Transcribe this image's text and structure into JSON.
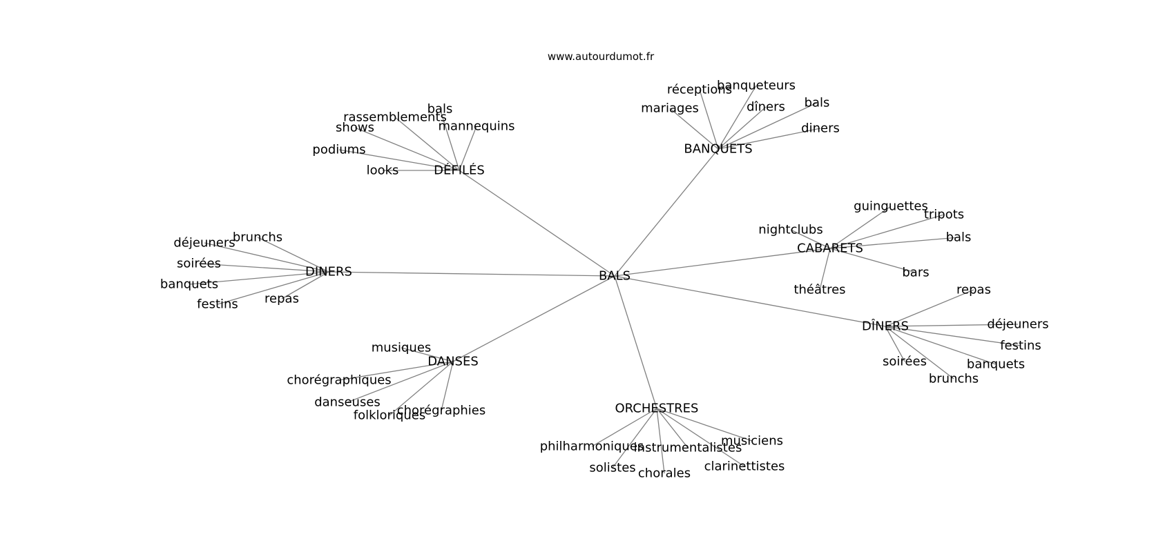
{
  "source": "www.autourdumot.fr",
  "colors": {
    "edge": "#808080",
    "text": "#000000",
    "background": "#ffffff"
  },
  "graph": {
    "center": "BALS",
    "clusters": [
      {
        "label": "DÉFILÉS",
        "leaves": [
          "bals",
          "rassemblements",
          "shows",
          "mannequins",
          "podiums",
          "looks"
        ]
      },
      {
        "label": "BANQUETS",
        "leaves": [
          "réceptions",
          "banqueteurs",
          "mariages",
          "dîners",
          "bals",
          "diners"
        ]
      },
      {
        "label": "CABARETS",
        "leaves": [
          "guinguettes",
          "tripots",
          "nightclubs",
          "bals",
          "bars",
          "théâtres"
        ]
      },
      {
        "label": "DINERS",
        "leaves": [
          "brunchs",
          "déjeuners",
          "soirées",
          "banquets",
          "festins",
          "repas"
        ]
      },
      {
        "label": "DÎNERS",
        "leaves": [
          "repas",
          "déjeuners",
          "festins",
          "soirées",
          "banquets",
          "brunchs"
        ]
      },
      {
        "label": "DANSES",
        "leaves": [
          "musiques",
          "chorégraphiques",
          "danseuses",
          "folkloriques",
          "chorégraphies"
        ]
      },
      {
        "label": "ORCHESTRES",
        "leaves": [
          "philharmoniques",
          "instrumentalistes",
          "musiciens",
          "solistes",
          "chorales",
          "clarinettistes"
        ]
      }
    ]
  }
}
